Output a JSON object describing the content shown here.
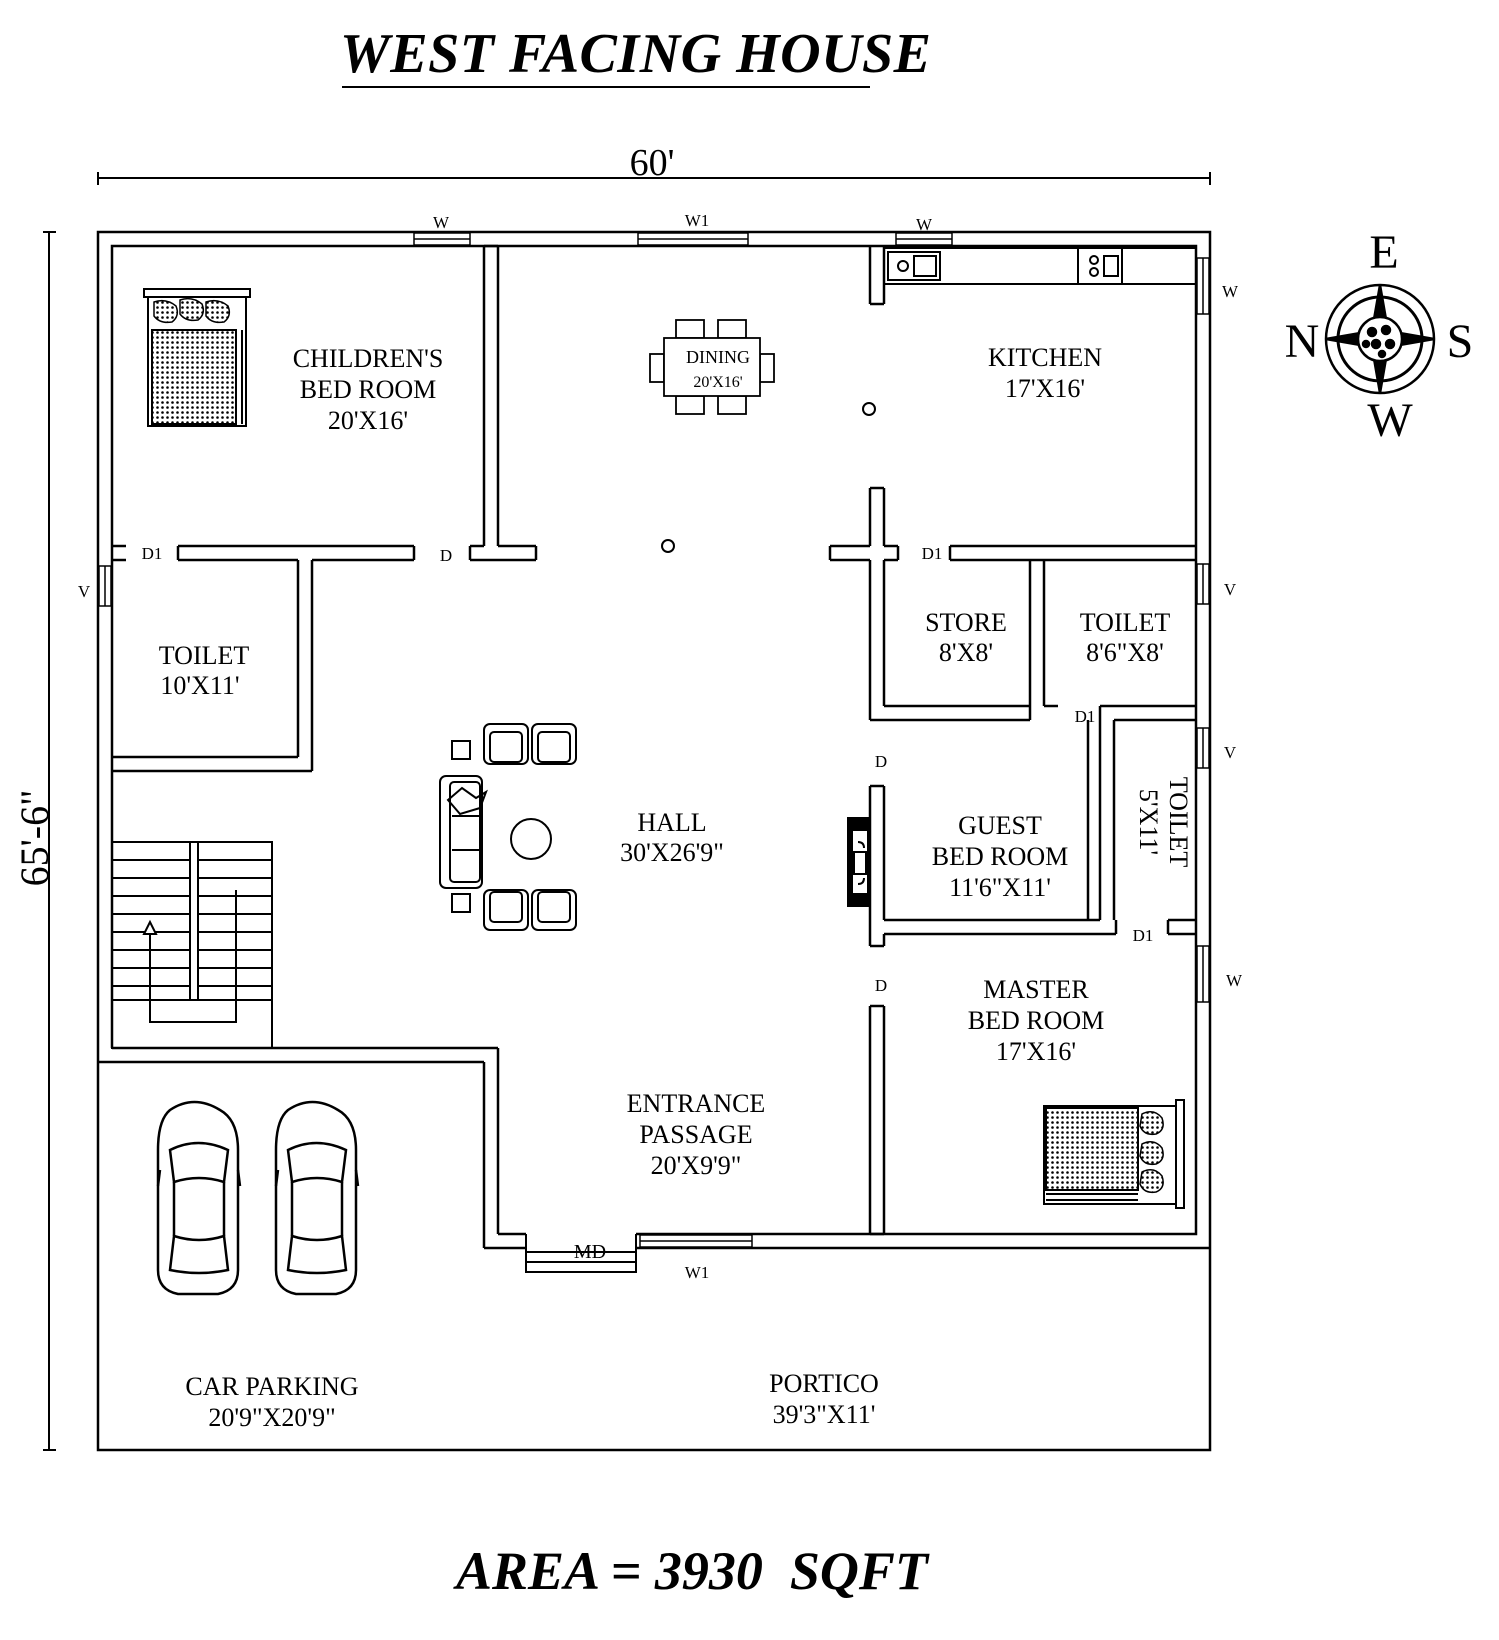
{
  "title": "WEST FACING HOUSE",
  "area_label": "AREA = 3930  SQFT",
  "dimensions": {
    "width": "60'",
    "depth": "65'-6\""
  },
  "compass": {
    "top": "E",
    "left": "N",
    "right": "S",
    "bottom": "W"
  },
  "rooms": {
    "childrens_bed": {
      "l1": "CHILDREN'S",
      "l2": "BED ROOM",
      "size": "20'X16'"
    },
    "dining": {
      "name": "DINING",
      "size": "20'X16'"
    },
    "kitchen": {
      "name": "KITCHEN",
      "size": "17'X16'"
    },
    "toilet_left": {
      "name": "TOILET",
      "size": "10'X11'"
    },
    "store": {
      "name": "STORE",
      "size": "8'X8'"
    },
    "toilet_right": {
      "name": "TOILET",
      "size": "8'6\"X8'"
    },
    "toilet_small": {
      "name": "TOILET",
      "size": "5'X11'"
    },
    "hall": {
      "name": "HALL",
      "size": "30'X26'9\""
    },
    "guest_bed": {
      "l1": "GUEST",
      "l2": "BED ROOM",
      "size": "11'6\"X11'"
    },
    "master_bed": {
      "l1": "MASTER",
      "l2": "BED ROOM",
      "size": "17'X16'"
    },
    "entrance": {
      "l1": "ENTRANCE",
      "l2": "PASSAGE",
      "size": "20'X9'9\""
    },
    "car_parking": {
      "name": "CAR PARKING",
      "size": "20'9\"X20'9\""
    },
    "portico": {
      "name": "PORTICO",
      "size": "39'3\"X11'"
    }
  },
  "openings": {
    "w": "W",
    "w1": "W1",
    "v": "V",
    "d": "D",
    "d1": "D1",
    "md": "MD"
  }
}
